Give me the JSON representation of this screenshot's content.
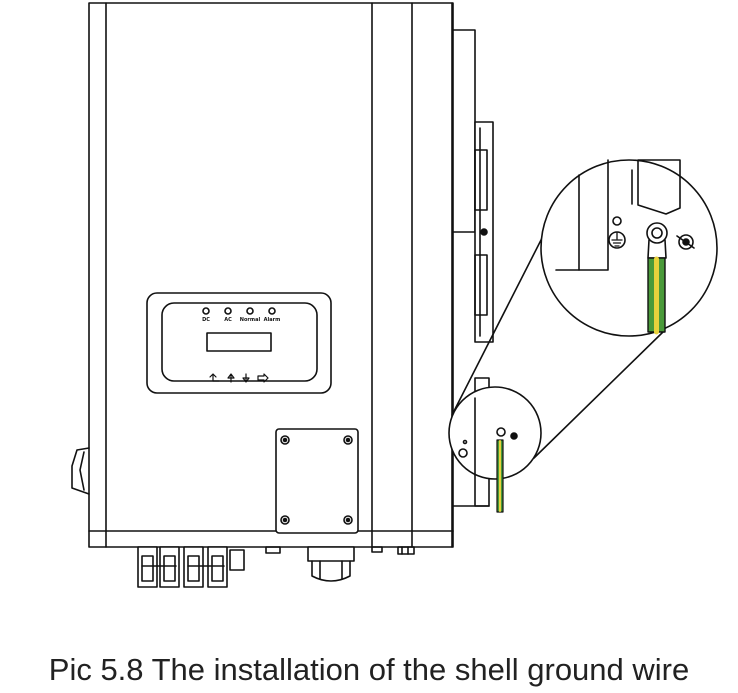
{
  "caption": "Pic 5.8 The installation of the shell ground wire",
  "panel": {
    "indicators": [
      {
        "label": "DC"
      },
      {
        "label": "AC"
      },
      {
        "label": "Normal"
      },
      {
        "label": "Alarm"
      }
    ],
    "buttons": [
      {
        "icon": "escape-arrow-icon"
      },
      {
        "icon": "up-arrow-icon"
      },
      {
        "icon": "down-arrow-icon"
      },
      {
        "icon": "enter-arrow-icon"
      }
    ]
  },
  "colors": {
    "line": "#111111",
    "ground_wire_green": "#4a9a3a",
    "ground_wire_yellow": "#e8d23c"
  }
}
